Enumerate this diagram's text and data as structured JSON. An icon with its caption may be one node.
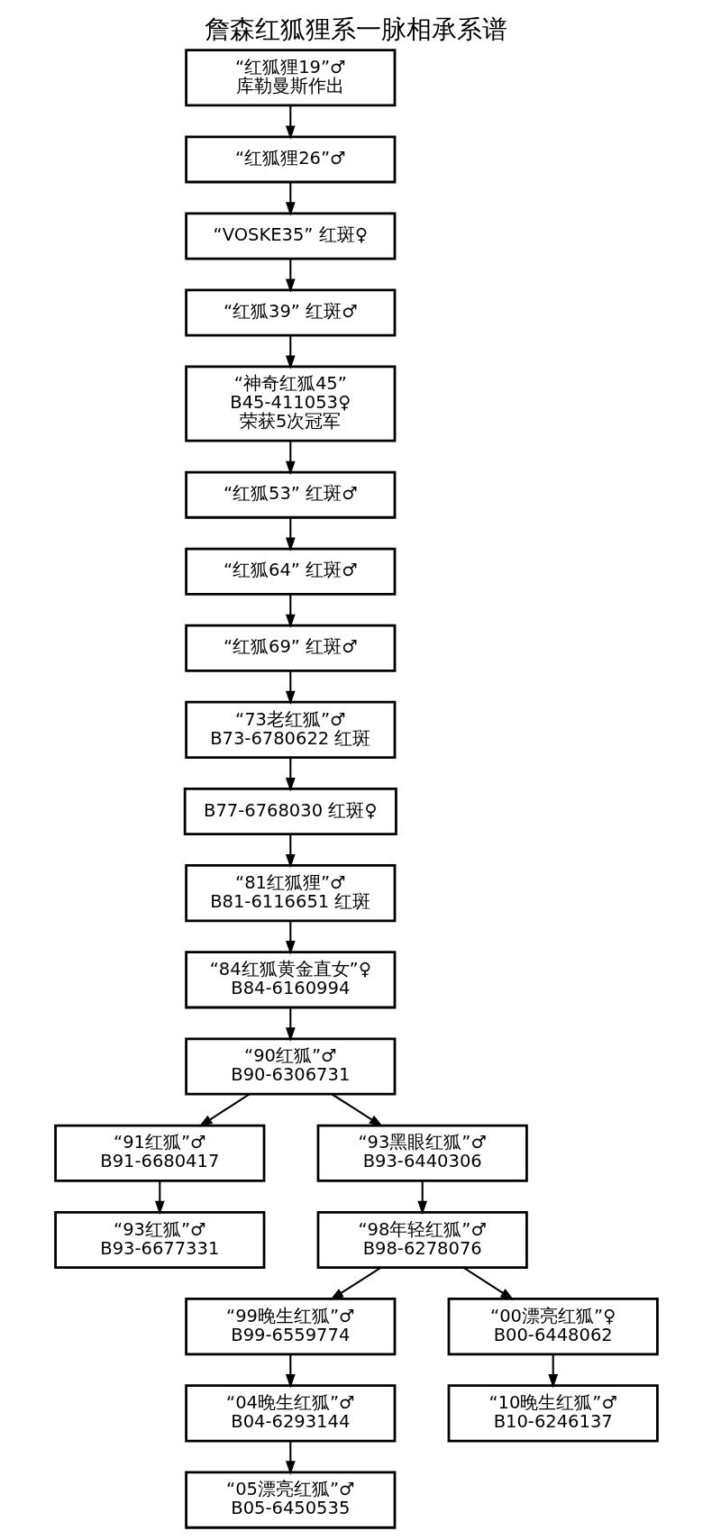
{
  "diagram": {
    "title": "詹森红狐狸系一脉相承系谱",
    "nodes": [
      {
        "text": [
          "“红狐狸19”♂",
          "库勒曼斯作出"
        ]
      },
      {
        "text": [
          "“红狐狸26”♂"
        ]
      },
      {
        "text": [
          "“VOSKE35” 红斑♀"
        ]
      },
      {
        "text": [
          "“红狐39” 红斑♂"
        ]
      },
      {
        "text": [
          "“神奇红狐45”",
          "B45-411053♀",
          "荣获5次冠军"
        ]
      },
      {
        "text": [
          "“红狐53” 红斑♂"
        ]
      },
      {
        "text": [
          "“红狐64” 红斑♂"
        ]
      },
      {
        "text": [
          "“红狐69” 红斑♂"
        ]
      },
      {
        "text": [
          "“73老红狐”♂",
          "B73-6780622 红斑"
        ]
      },
      {
        "text": [
          "B77-6768030 红斑♀"
        ]
      },
      {
        "text": [
          "“81红狐狸”♂",
          "B81-6116651 红斑"
        ]
      },
      {
        "text": [
          "“84红狐黄金直女”♀",
          "B84-6160994"
        ]
      },
      {
        "text": [
          "“90红狐”♂",
          "B90-6306731"
        ]
      },
      {
        "text": [
          "“91红狐”♂",
          "B91-6680417"
        ]
      },
      {
        "text": [
          "“93黑眼红狐”♂",
          "B93-6440306"
        ]
      },
      {
        "text": [
          "“93红狐”♂",
          "B93-6677331"
        ]
      },
      {
        "text": [
          "“98年轻红狐”♂",
          "B98-6278076"
        ]
      },
      {
        "text": [
          "“99晚生红狐”♂",
          "B99-6559774"
        ]
      },
      {
        "text": [
          "“00漂亮红狐”♀",
          "B00-6448062"
        ]
      },
      {
        "text": [
          "“04晚生红狐”♂",
          "B04-6293144"
        ]
      },
      {
        "text": [
          "“10晚生红狐”♂",
          "B10-6246137"
        ]
      },
      {
        "text": [
          "“05漂亮红狐”♂",
          "B05-6450535"
        ]
      }
    ],
    "edges": [
      {
        "from": 0,
        "to": 1,
        "arrow": "to"
      },
      {
        "from": 1,
        "to": 2,
        "arrow": "to"
      },
      {
        "from": 2,
        "to": 3,
        "arrow": "to"
      },
      {
        "from": 3,
        "to": 4,
        "arrow": "to"
      },
      {
        "from": 4,
        "to": 5,
        "arrow": "to"
      },
      {
        "from": 5,
        "to": 6,
        "arrow": "to"
      },
      {
        "from": 6,
        "to": 7,
        "arrow": "to"
      },
      {
        "from": 7,
        "to": 8,
        "arrow": "to"
      },
      {
        "from": 8,
        "to": 9,
        "arrow": "to"
      },
      {
        "from": 9,
        "to": 10,
        "arrow": "to"
      },
      {
        "from": 10,
        "to": 11,
        "arrow": "to"
      },
      {
        "from": 11,
        "to": 12,
        "arrow": "to"
      },
      {
        "from": 12,
        "to": 13,
        "arrow": "to"
      },
      {
        "from": 12,
        "to": 14,
        "arrow": "to"
      },
      {
        "from": 13,
        "to": 15,
        "arrow": "to"
      },
      {
        "from": 14,
        "to": 16,
        "arrow": "to"
      },
      {
        "from": 16,
        "to": 17,
        "arrow": "to"
      },
      {
        "from": 16,
        "to": 18,
        "arrow": "to"
      },
      {
        "from": 17,
        "to": 19,
        "arrow": "to"
      },
      {
        "from": 18,
        "to": 20,
        "arrow": "to"
      },
      {
        "from": 19,
        "to": 21,
        "arrow": "to"
      }
    ]
  }
}
